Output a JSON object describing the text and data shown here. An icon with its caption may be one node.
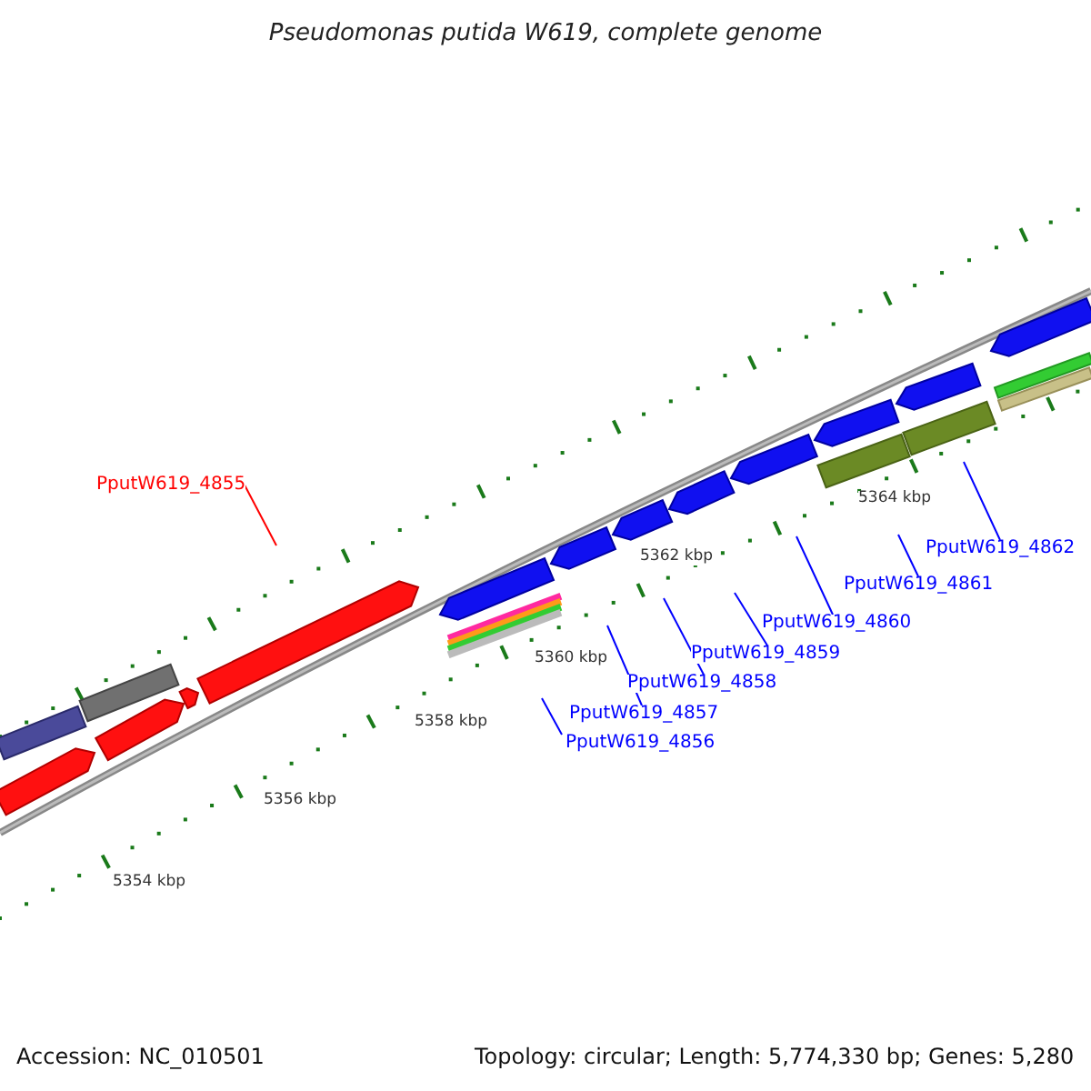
{
  "diagram": {
    "title": "Pseudomonas putida W619, complete genome",
    "nodes": [
      {
        "text": [
          "PputW619_4855"
        ]
      },
      {
        "text": [
          "PputW619_4856"
        ]
      },
      {
        "text": [
          "PputW619_4857"
        ]
      },
      {
        "text": [
          "PputW619_4858"
        ]
      },
      {
        "text": [
          "PputW619_4859"
        ]
      },
      {
        "text": [
          "PputW619_4860"
        ]
      },
      {
        "text": [
          "PputW619_4861"
        ]
      },
      {
        "text": [
          "PputW619_4862"
        ]
      }
    ],
    "edges": [
      {
        "from": 0,
        "to": null,
        "arrow": "none",
        "color": "#ff0000"
      },
      {
        "from": 1,
        "to": null,
        "arrow": "none"
      },
      {
        "from": 2,
        "to": null,
        "arrow": "none"
      },
      {
        "from": 3,
        "to": null,
        "arrow": "none"
      },
      {
        "from": 4,
        "to": null,
        "arrow": "none"
      },
      {
        "from": 5,
        "to": null,
        "arrow": "none"
      },
      {
        "from": 6,
        "to": null,
        "arrow": "none"
      },
      {
        "from": 7,
        "to": null,
        "arrow": "none"
      }
    ],
    "labels": [
      "5354 kbp",
      "5356 kbp",
      "5358 kbp",
      "5360 kbp",
      "5362 kbp",
      "5364 kbp",
      "Accession: NC_010501",
      "Topology: circular; Length: 5,774,330 bp; Genes: 5,280"
    ]
  }
}
